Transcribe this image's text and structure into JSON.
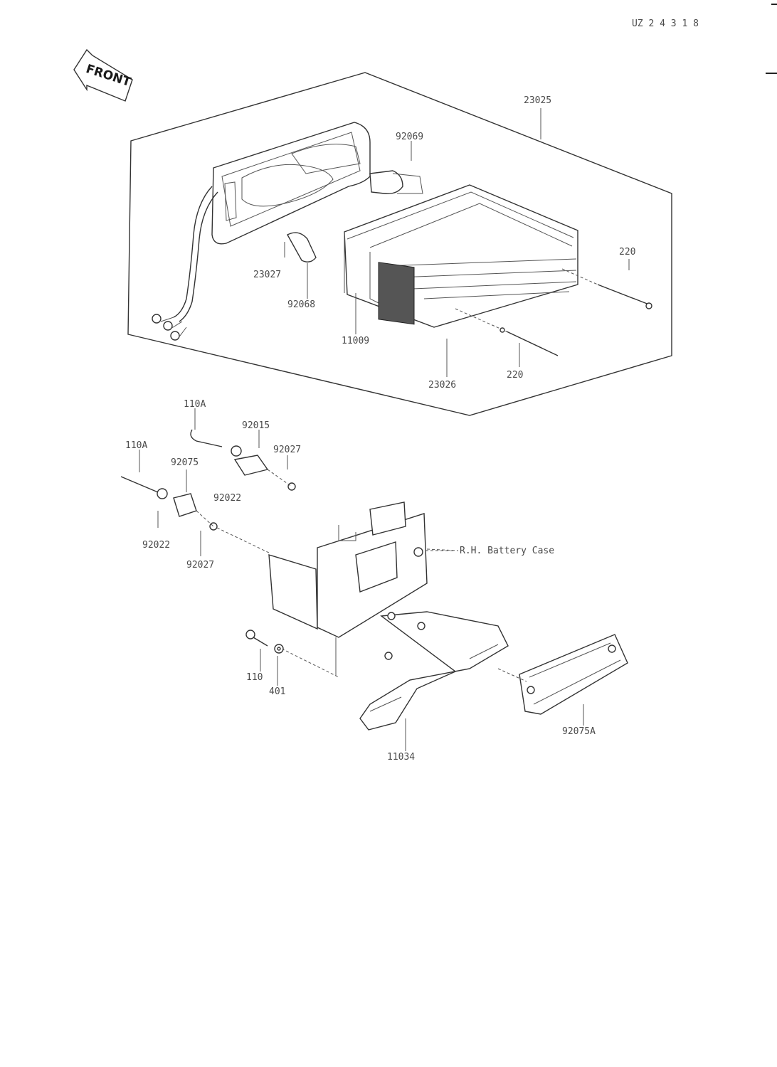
{
  "header": {
    "page_ref": "UZ 2 4 3 1 8"
  },
  "front_marker": {
    "text": "FRONT",
    "icon": "front-arrow-icon"
  },
  "parts": [
    {
      "id": "23025",
      "label": "23025"
    },
    {
      "id": "92069-top",
      "label": "92069"
    },
    {
      "id": "220-right",
      "label": "220"
    },
    {
      "id": "23027-upper",
      "label": "23027"
    },
    {
      "id": "92068",
      "label": "92068"
    },
    {
      "id": "11009",
      "label": "11009"
    },
    {
      "id": "23026",
      "label": "23026"
    },
    {
      "id": "220-bottom",
      "label": "220"
    },
    {
      "id": "110A-top",
      "label": "110A"
    },
    {
      "id": "92015",
      "label": "92015"
    },
    {
      "id": "92027-a",
      "label": "92027"
    },
    {
      "id": "110A-left",
      "label": "110A"
    },
    {
      "id": "92075",
      "label": "92075"
    },
    {
      "id": "92022-a",
      "label": "92022"
    },
    {
      "id": "92022-b",
      "label": "92022"
    },
    {
      "id": "92027-b",
      "label": "92027"
    },
    {
      "id": "110",
      "label": "110"
    },
    {
      "id": "401",
      "label": "401"
    },
    {
      "id": "11034",
      "label": "11034"
    },
    {
      "id": "92075A",
      "label": "92075A"
    }
  ],
  "annotation": {
    "battery_case": "R.H. Battery Case"
  }
}
